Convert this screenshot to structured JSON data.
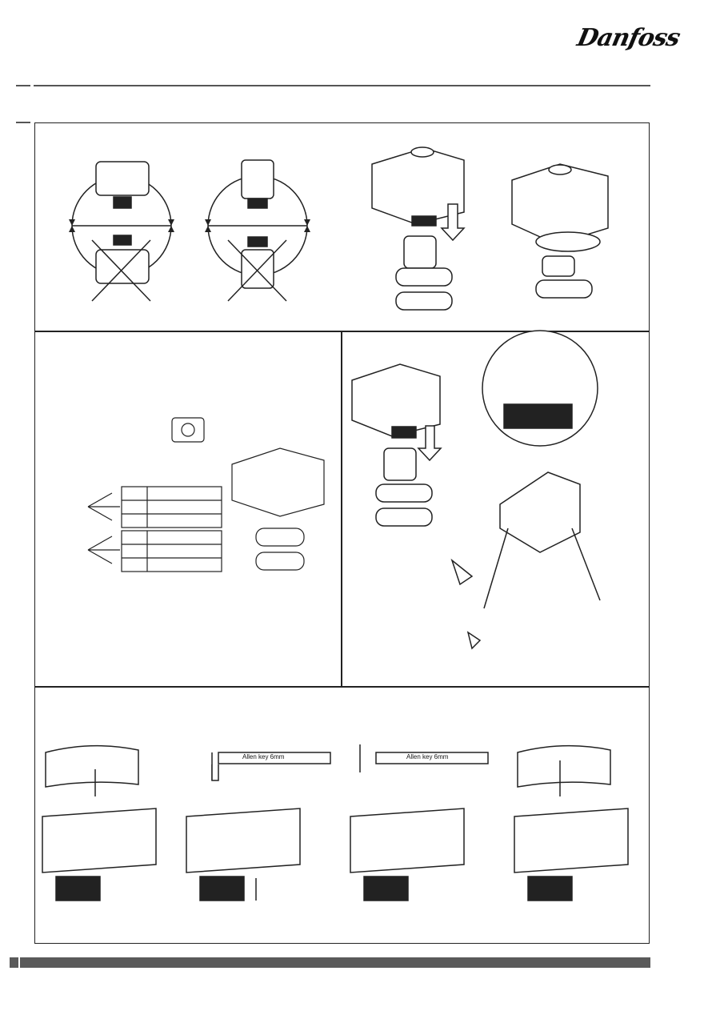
{
  "header": {
    "logo_text": "Danfoss"
  },
  "panels": {
    "orientation": {
      "title": ""
    },
    "mounting": {
      "title": ""
    },
    "wiring": {
      "title": ""
    },
    "removal": {
      "title": ""
    },
    "manual_override": {
      "steps": [
        {
          "label": ""
        },
        {
          "label": "Allen key 6mm"
        },
        {
          "label": "Allen key 6mm"
        },
        {
          "label": ""
        }
      ]
    }
  }
}
